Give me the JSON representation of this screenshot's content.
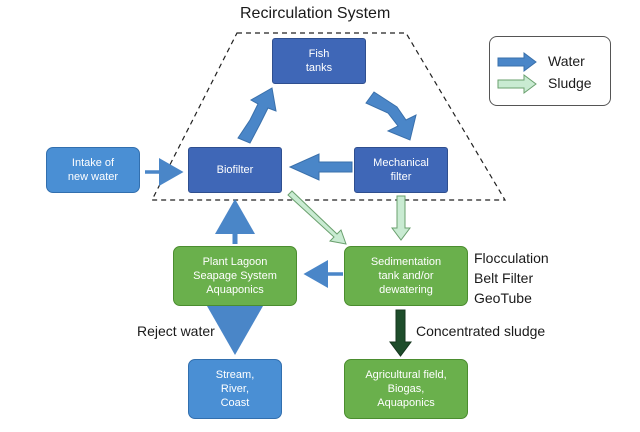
{
  "title": "Recirculation System",
  "boxes": {
    "fish_tanks": "Fish\ntanks",
    "biofilter": "Biofilter",
    "mechanical_filter": "Mechanical\nfilter",
    "intake": "Intake of\nnew water",
    "plant_lagoon": "Plant Lagoon\nSeapage System\nAquaponics",
    "sedimentation": "Sedimentation\ntank and/or\ndewatering",
    "stream": "Stream,\nRiver,\nCoast",
    "agricultural": "Agricultural field,\nBiogas,\nAquaponics"
  },
  "labels": {
    "side_methods": "Flocculation\nBelt Filter\nGeoTube",
    "reject_water": "Reject water",
    "concentrated_sludge": "Concentrated sludge"
  },
  "legend": {
    "water": "Water",
    "sludge": "Sludge"
  },
  "colors": {
    "dark_box": "#3f67b7",
    "light_box": "#4a8fd4",
    "green_box": "#6ab04c",
    "water_arrow": "#4a86c8",
    "sludge_arrow": "#c9ebd2",
    "concentrated_arrow": "#1e4d2b"
  }
}
